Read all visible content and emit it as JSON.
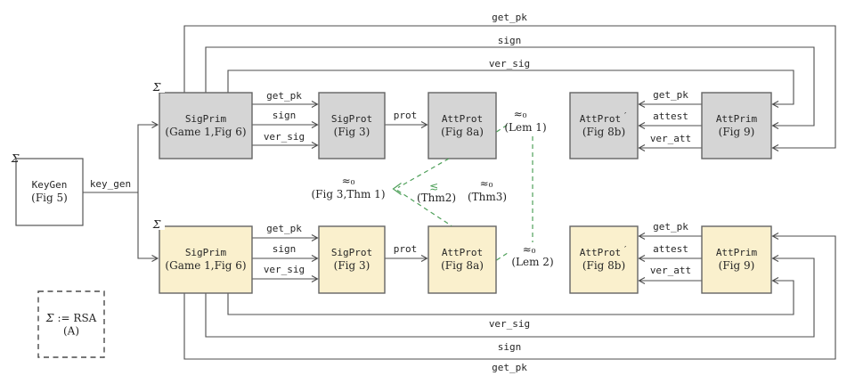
{
  "figure": {
    "background": "#ffffff",
    "gray_fill": "#d5d5d5",
    "yellow_fill": "#faf0cd",
    "line_color": "#4d4d4d",
    "green_color": "#4fa05a",
    "text_color": "#262626"
  },
  "sigma": "Σ",
  "keygen_box": {
    "title": "KeyGen",
    "fig": "(Fig 5)"
  },
  "assumption_box": {
    "sigma": "Σ",
    "rest": ":= RSA",
    "line2": "(A)"
  },
  "boxes": {
    "sigprim": {
      "title": "SigPrim",
      "fig": "(Game 1,Fig 6)"
    },
    "sigprot": {
      "title": "SigProt",
      "fig": "(Fig 3)"
    },
    "attprot": {
      "title": "AttProt",
      "fig": "(Fig 8a)"
    },
    "attprot_prime": {
      "title": "AttProt",
      "prime": "′",
      "fig": "(Fig 8b)"
    },
    "attprim": {
      "title": "AttPrim",
      "fig": "(Fig 9)"
    }
  },
  "labels": {
    "key_gen": "key_gen",
    "get_pk": "get_pk",
    "sign": "sign",
    "ver_sig": "ver_sig",
    "prot": "prot",
    "attest": "attest",
    "ver_att": "ver_att"
  },
  "relations": {
    "thm1": {
      "sym": "≈₀",
      "ref": "(Fig 3,Thm 1)"
    },
    "thm2": {
      "sym": "≲",
      "ref": "(Thm2)"
    },
    "thm3": {
      "sym": "≈₀",
      "ref": "(Thm3)"
    },
    "lem1": {
      "sym": "≈₀",
      "ref": "(Lem 1)"
    },
    "lem2": {
      "sym": "≈₀",
      "ref": "(Lem 2)"
    }
  }
}
